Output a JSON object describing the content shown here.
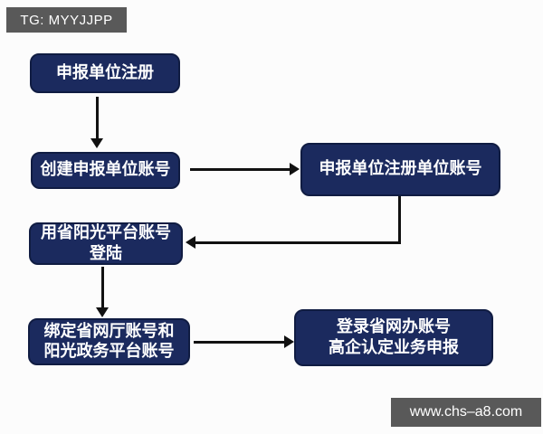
{
  "watermarks": {
    "telegram": "TG: MYYJJPP",
    "website": "www.chs–a8.com"
  },
  "flowchart": {
    "nodes": [
      {
        "id": "register",
        "label": "申报单位注册"
      },
      {
        "id": "create",
        "label": "创建申报单位账号"
      },
      {
        "id": "unit-account",
        "label": "申报单位注册单位账号"
      },
      {
        "id": "login",
        "label": "用省阳光平台账号\n登陆"
      },
      {
        "id": "bind",
        "label": "绑定省网厅账号和\n阳光政务平台账号"
      },
      {
        "id": "apply",
        "label": "登录省网办账号\n高企认定业务申报"
      }
    ],
    "edges": [
      {
        "from": "register",
        "to": "create",
        "shape": "straight-down"
      },
      {
        "from": "create",
        "to": "unit-account",
        "shape": "straight-right"
      },
      {
        "from": "unit-account",
        "to": "login",
        "shape": "elbow-down-left"
      },
      {
        "from": "login",
        "to": "bind",
        "shape": "straight-down"
      },
      {
        "from": "bind",
        "to": "apply",
        "shape": "straight-right"
      }
    ],
    "colors": {
      "node_fill": "#1b2a5e",
      "node_border": "#101c42",
      "node_text": "#ffffff",
      "arrow": "#111111",
      "watermark_bg": "#595959",
      "watermark_text": "#ffffff",
      "background": "#fcfcfc"
    }
  }
}
